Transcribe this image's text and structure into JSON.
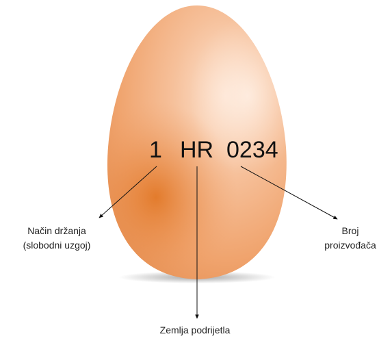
{
  "egg_code": {
    "farming_method": "1",
    "country": "HR",
    "producer": "0234"
  },
  "labels": {
    "farming_method": [
      "Način držanja",
      "(slobodni uzgoj)"
    ],
    "producer": [
      "Broj",
      "proizvođača"
    ],
    "country": "Zemlja podrijetla"
  },
  "colors": {
    "egg_highlight": "#fbdcc6",
    "egg_base": "#f2a978",
    "egg_shadow": "#e2813f",
    "text": "#111111"
  }
}
